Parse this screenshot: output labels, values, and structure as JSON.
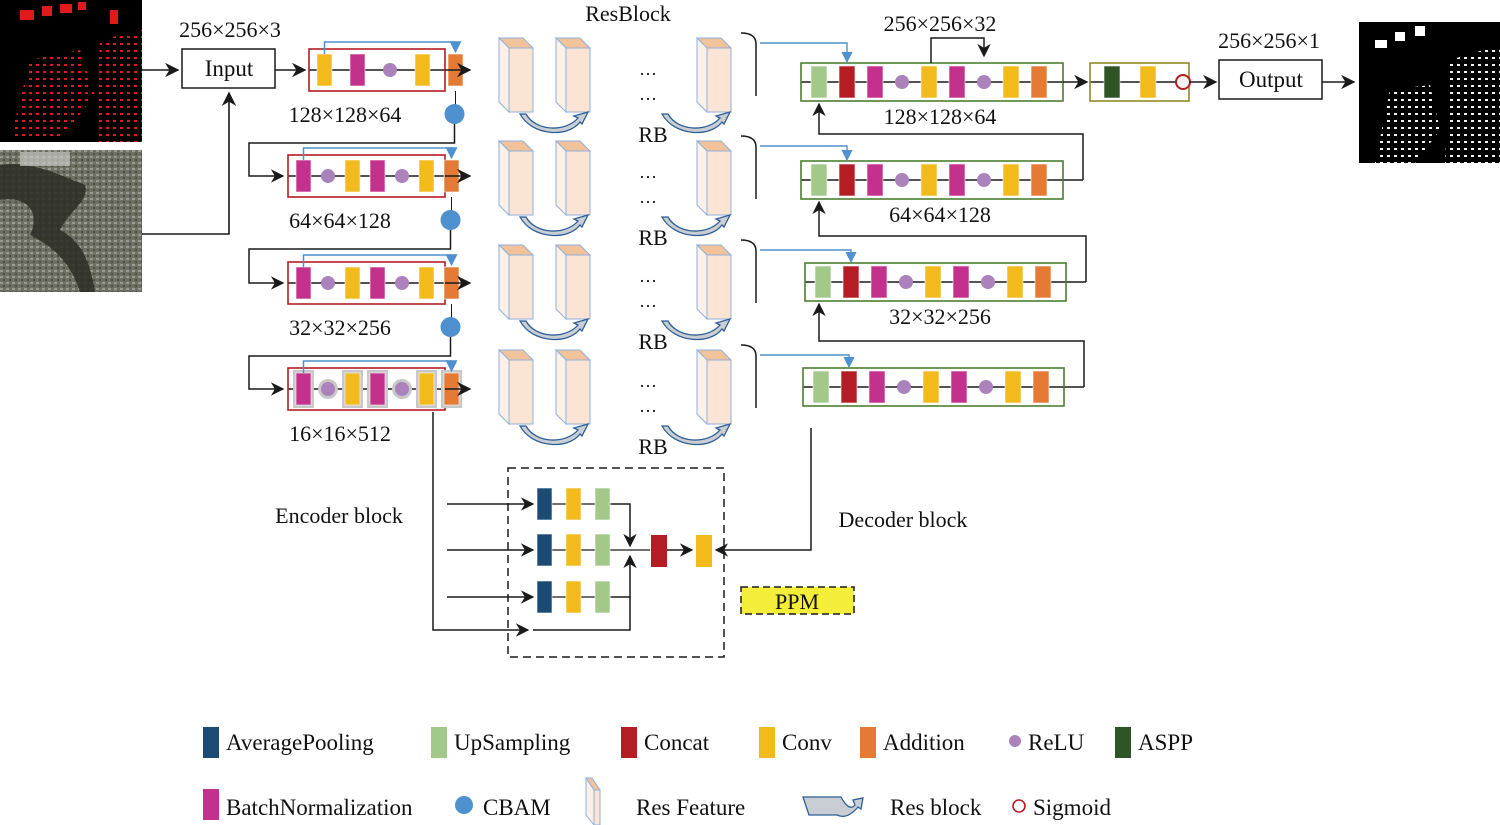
{
  "colors": {
    "average_pooling": "#1b4a72",
    "upsampling": "#a3c98a",
    "concat": "#b51d24",
    "conv": "#f3ba1c",
    "addition": "#e47a33",
    "relu": "#ac82bd",
    "aspp": "#2f5526",
    "batch_norm": "#c3318c",
    "cbam": "#4f91ce",
    "sigmoid": "#b51d24",
    "encoder_box": "#b51d24",
    "decoder_box": "#4c7f2e",
    "head_box": "#8f8a22",
    "skip_line": "#4f91ce",
    "res_top": "#f2c29b",
    "res_front": "#fbe4d3",
    "res_side": "#fdf0e6",
    "ppm_fill": "#f4ee3a"
  },
  "inputs": {
    "label_image": "label-map (red buildings on black)",
    "satellite_image": "satellite image",
    "input_label": "Input",
    "input_shape": "256×256×3"
  },
  "encoder": {
    "stages": [
      {
        "shape": "128×128×64",
        "sequence": [
          "conv",
          "batch_norm",
          "relu",
          "conv",
          "addition"
        ]
      },
      {
        "shape": "64×64×128",
        "sequence": [
          "batch_norm",
          "relu",
          "conv",
          "batch_norm",
          "relu",
          "conv",
          "addition"
        ]
      },
      {
        "shape": "32×32×256",
        "sequence": [
          "batch_norm",
          "relu",
          "conv",
          "batch_norm",
          "relu",
          "conv",
          "addition"
        ]
      },
      {
        "shape": "16×16×512",
        "sequence": [
          "batch_norm",
          "relu",
          "conv",
          "batch_norm",
          "relu",
          "conv",
          "addition"
        ]
      }
    ]
  },
  "resblock": {
    "title": "ResBlock",
    "row_label": "RB",
    "ellipsis": "…",
    "rows": 4
  },
  "decoder": {
    "top_shape": "256×256×32",
    "stages": [
      {
        "shape": "128×128×64"
      },
      {
        "shape": "64×64×128"
      },
      {
        "shape": "32×32×256"
      },
      {
        "shape": ""
      }
    ],
    "sequence": [
      "upsampling",
      "concat",
      "batch_norm",
      "relu",
      "conv",
      "batch_norm",
      "relu",
      "conv",
      "addition"
    ],
    "head_sequence": [
      "aspp",
      "conv",
      "sigmoid"
    ],
    "output_label": "Output",
    "output_shape": "256×256×1",
    "output_image": "predicted building mask (white on black)"
  },
  "ppm": {
    "label": "PPM",
    "encoder_label": "Encoder block",
    "decoder_label": "Decoder block",
    "branches": [
      [
        "average_pooling",
        "conv",
        "upsampling"
      ],
      [
        "average_pooling",
        "conv",
        "upsampling"
      ],
      [
        "average_pooling",
        "conv",
        "upsampling"
      ]
    ]
  },
  "legend": {
    "row1": [
      {
        "key": "average_pooling",
        "label": "AveragePooling",
        "shape": "bar"
      },
      {
        "key": "upsampling",
        "label": "UpSampling",
        "shape": "bar"
      },
      {
        "key": "concat",
        "label": "Concat",
        "shape": "bar"
      },
      {
        "key": "conv",
        "label": "Conv",
        "shape": "bar"
      },
      {
        "key": "addition",
        "label": "Addition",
        "shape": "bar"
      },
      {
        "key": "relu",
        "label": "ReLU",
        "shape": "dot"
      },
      {
        "key": "aspp",
        "label": "ASPP",
        "shape": "bar"
      }
    ],
    "row2": [
      {
        "key": "batch_norm",
        "label": "BatchNormalization",
        "shape": "bar"
      },
      {
        "key": "cbam",
        "label": "CBAM",
        "shape": "dot"
      },
      {
        "key": "res_feature",
        "label": "Res Feature",
        "shape": "cuboid"
      },
      {
        "key": "res_block",
        "label": "Res block",
        "shape": "curved-arrow"
      },
      {
        "key": "sigmoid",
        "label": "Sigmoid",
        "shape": "ring"
      }
    ]
  }
}
